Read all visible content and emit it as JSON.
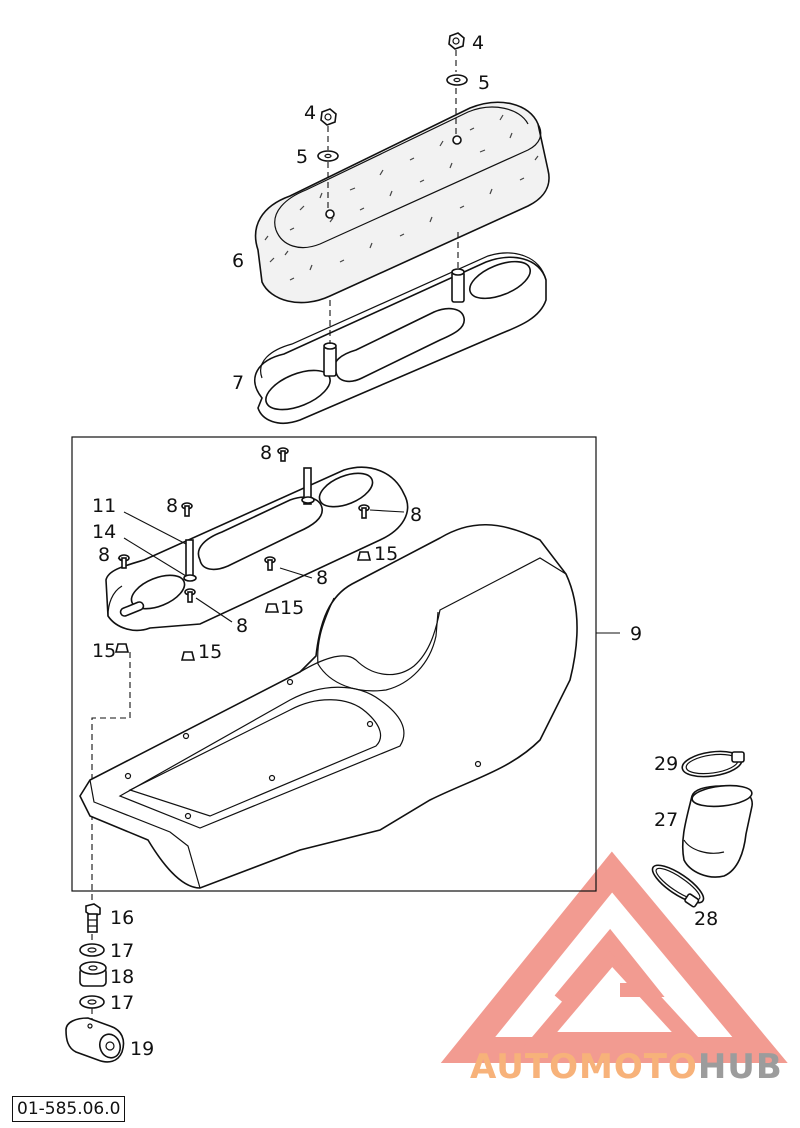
{
  "callouts": [
    {
      "id": "c4a",
      "label": "4"
    },
    {
      "id": "c5a",
      "label": "5"
    },
    {
      "id": "c4b",
      "label": "4"
    },
    {
      "id": "c5b",
      "label": "5"
    },
    {
      "id": "c6",
      "label": "6"
    },
    {
      "id": "c7",
      "label": "7"
    },
    {
      "id": "c8a",
      "label": "8"
    },
    {
      "id": "c8b",
      "label": "8"
    },
    {
      "id": "c8c",
      "label": "8"
    },
    {
      "id": "c8d",
      "label": "8"
    },
    {
      "id": "c8e",
      "label": "8"
    },
    {
      "id": "c8f",
      "label": "8"
    },
    {
      "id": "c11",
      "label": "11"
    },
    {
      "id": "c14",
      "label": "14"
    },
    {
      "id": "c15a",
      "label": "15"
    },
    {
      "id": "c15b",
      "label": "15"
    },
    {
      "id": "c15c",
      "label": "15"
    },
    {
      "id": "c15d",
      "label": "15"
    },
    {
      "id": "c9",
      "label": "9"
    },
    {
      "id": "c29",
      "label": "29"
    },
    {
      "id": "c27",
      "label": "27"
    },
    {
      "id": "c28",
      "label": "28"
    },
    {
      "id": "c16",
      "label": "16"
    },
    {
      "id": "c17a",
      "label": "17"
    },
    {
      "id": "c18",
      "label": "18"
    },
    {
      "id": "c17b",
      "label": "17"
    },
    {
      "id": "c19",
      "label": "19"
    }
  ],
  "drawing_code": "01-585.06.0",
  "watermark": {
    "part1": "AUTO",
    "part2": "MOTO",
    "part3": "HUB",
    "accent_color": "#f08a7e",
    "orange_color": "#f7b27a",
    "gray_color": "#9c9c9c"
  }
}
